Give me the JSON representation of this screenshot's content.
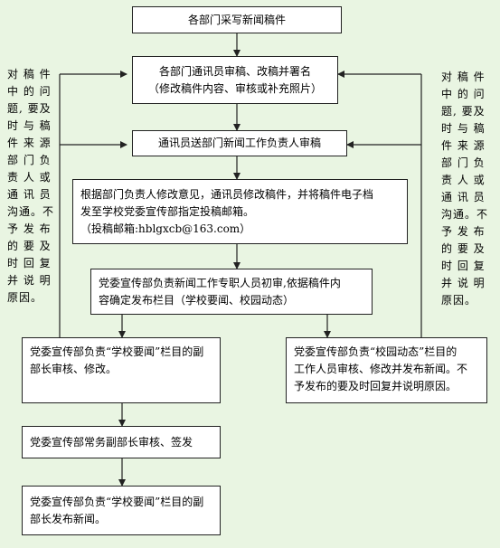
{
  "nodes": {
    "n1": {
      "lines": [
        "各部门采写新闻稿件"
      ]
    },
    "n2": {
      "lines": [
        "各部门通讯员审稿、改稿并署名",
        "（修改稿件内容、审核或补充照片）"
      ]
    },
    "n3": {
      "lines": [
        "通讯员送部门新闻工作负责人审稿"
      ]
    },
    "n4": {
      "lines": [
        "根据部门负责人修改意见，通讯员修改稿件，并将稿件电子档",
        "发至学校党委宣传部指定投稿邮箱。",
        "（投稿邮箱:hblgxcb@163.com）"
      ]
    },
    "n5": {
      "lines": [
        "党委宣传部负责新闻工作专职人员初审,依据稿件内",
        "容确定发布栏目（学校要闻、校园动态）"
      ]
    },
    "n6": {
      "lines": [
        "党委宣传部负责“学校要闻”栏目的副",
        "部长审核、修改。"
      ]
    },
    "n7": {
      "lines": [
        "党委宣传部负责“校园动态”栏目的",
        "工作人员审核、修改并发布新闻。不",
        "予发布的要及时回复并说明原因。"
      ]
    },
    "n8": {
      "lines": [
        "党委宣传部常务副部长审核、签发"
      ]
    },
    "n9": {
      "lines": [
        "党委宣传部负责“学校要闻”栏目的副",
        "部长发布新闻。"
      ]
    }
  },
  "side_notes": {
    "left": {
      "lines": [
        "对 稿 件",
        "中 的 问",
        "题, 要及",
        "时 与 稿",
        "件 来 源",
        "部 门 负",
        "责 人 或",
        "通 讯 员",
        "沟通。不",
        "予 发 布",
        "的 要 及",
        "时 回 复",
        "并 说 明",
        "原因。"
      ]
    },
    "right": {
      "lines": [
        "对 稿 件",
        "中 的 问",
        "题, 要及",
        "时 与 稿",
        "件 来 源",
        "部 门 负",
        "责 人 或",
        "通 讯 员",
        "沟通。不",
        "予 发 布",
        "的 要 及",
        "时 回 复",
        "并 说 明",
        "原因。"
      ]
    }
  },
  "colors": {
    "background": "#e9f5e2",
    "box_fill": "#ffffff",
    "line": "#222222"
  }
}
